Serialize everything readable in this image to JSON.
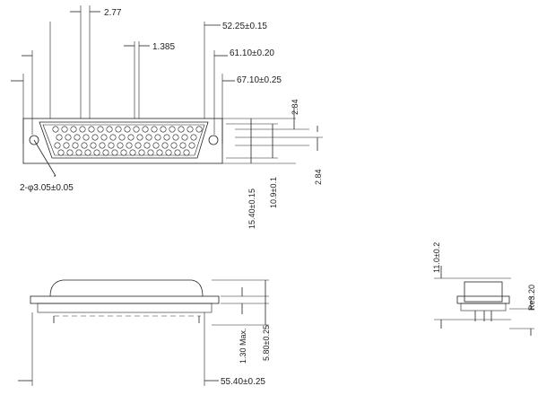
{
  "drawing": {
    "front_view": {
      "dims": {
        "pin_pitch": "2.77",
        "half_pitch": "1.385",
        "row_span": "52.25±0.15",
        "hole_span": "61.10±0.20",
        "flange_width": "67.10±0.25",
        "row_spacing_upper": "2.84",
        "row_spacing_lower": "2.84",
        "mounting_holes": "2-φ3.05±0.05",
        "flange_height": "15.40±0.15",
        "shell_height": "10.9±0.1"
      }
    },
    "bottom_view": {
      "dims": {
        "overall_length": "55.40±0.25",
        "flange_thickness": "1.30 Max.",
        "tail_length": "5.80±0.25"
      }
    },
    "side_view": {
      "dims": {
        "body_height": "11.0±0.2",
        "pin_radius": "Re3.20"
      }
    }
  }
}
